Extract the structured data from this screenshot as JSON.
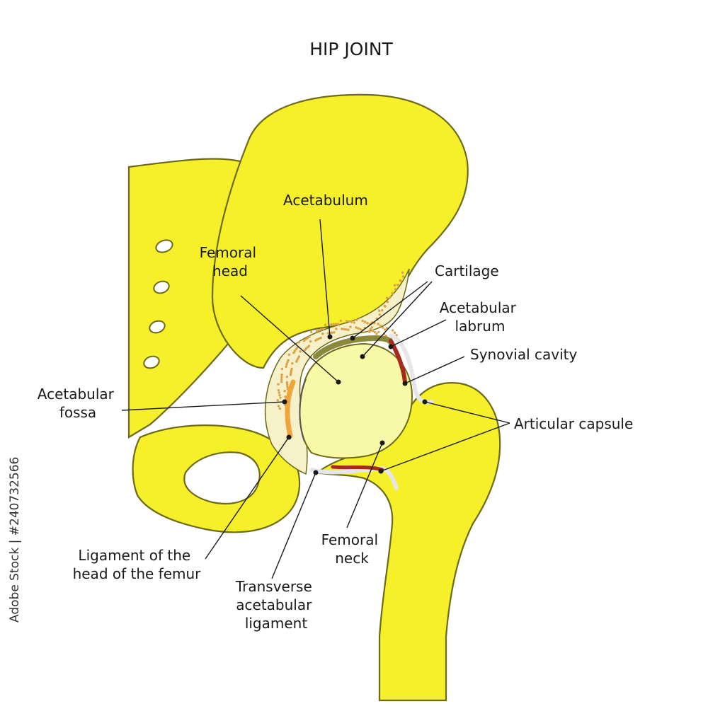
{
  "title": "HIP JOINT",
  "stock_id": "Adobe Stock | #240732566",
  "colors": {
    "bone": "#f5f02a",
    "bone_outline": "#6d6a1a",
    "femoral_head": "#f8f9a6",
    "cartilage": "#8b8a3c",
    "labrum": "#a8281c",
    "cancellous": "#f6f1c8",
    "spongy_dots": "#d9a24a",
    "synovial_cavity": "#e6e6e6",
    "fossa_fat": "#f0a43a"
  },
  "labels": {
    "acetabulum": "Acetabulum",
    "femoral_head": [
      "Femoral",
      "head"
    ],
    "cartilage": "Cartilage",
    "acetabular_labrum": [
      "Acetabular",
      "labrum"
    ],
    "synovial_cavity": "Synovial cavity",
    "acetabular_fossa": [
      "Acetabular",
      "fossa"
    ],
    "articular_capsule": "Articular capsule",
    "ligament_head_femur": [
      "Ligament of the",
      "head of the femur"
    ],
    "femoral_neck": [
      "Femoral",
      "neck"
    ],
    "transverse_acetabular_ligament": [
      "Transverse",
      "acetabular",
      "ligament"
    ]
  }
}
